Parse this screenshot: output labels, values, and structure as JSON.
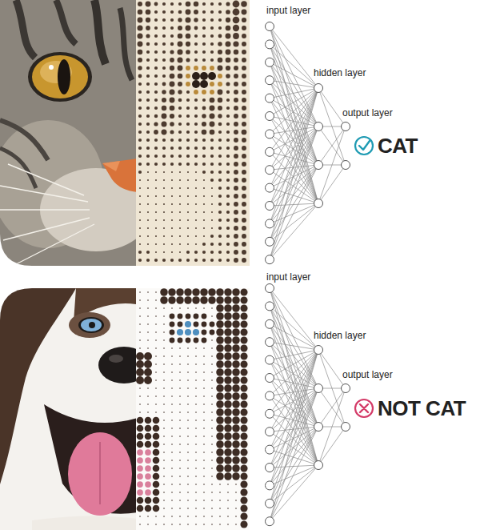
{
  "diagram": {
    "labels": [
      "input layer",
      "hidden layer",
      "output layer",
      "CAT",
      "input layer",
      "hidden layer",
      "output layer",
      "NOT CAT"
    ]
  }
}
